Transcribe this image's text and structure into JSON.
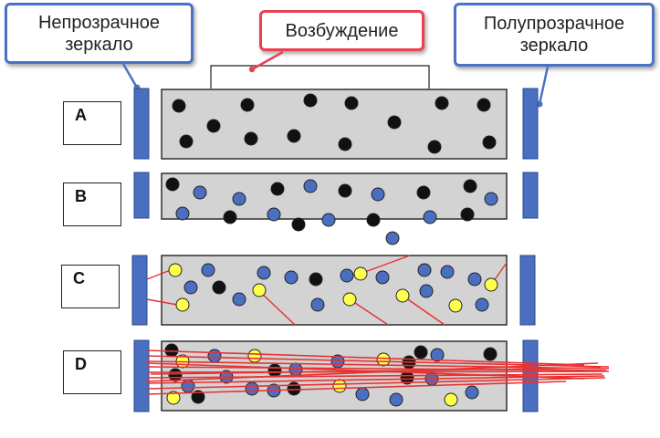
{
  "callouts": {
    "opaque_mirror": "Непрозрачное зеркало",
    "excitation": "Возбуждение",
    "semi_mirror": "Полупрозрачное зеркало"
  },
  "rows": [
    {
      "label": "A"
    },
    {
      "label": "B"
    },
    {
      "label": "C"
    },
    {
      "label": "D"
    }
  ],
  "colors": {
    "mirror": "#4a6fc0",
    "ground_atom": "#111111",
    "excited_atom": "#4a6fc0",
    "photon": "#ffff4d",
    "beam": "#e63232",
    "medium": "#d3d3d3",
    "callout_blue": "#4a72c4",
    "callout_red": "#e8414f"
  }
}
